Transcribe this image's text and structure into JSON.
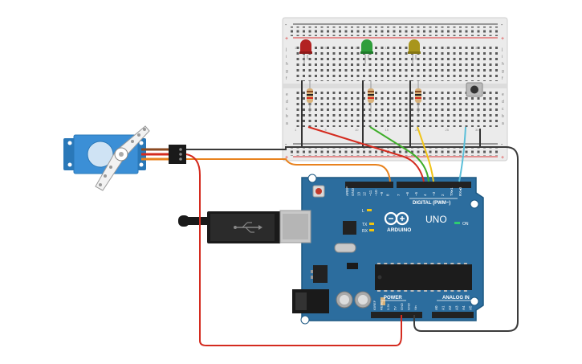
{
  "board": {
    "brand": "ARDUINO",
    "model": "UNO",
    "digital_label": "DIGITAL (PWM~)",
    "power_label": "POWER",
    "analog_label": "ANALOG IN",
    "on_label": "ON",
    "l_label": "L",
    "tx_label": "TX",
    "rx_label": "RX",
    "top_pins": [
      "AREF",
      "GND",
      "13",
      "12",
      "~11",
      "~10",
      "~9",
      "8",
      "7",
      "~6",
      "~5",
      "4",
      "~3",
      "2",
      "TX▸1",
      "RX◂0"
    ],
    "power_pins": [
      "IOREF",
      "RESET",
      "3.3V",
      "5V",
      "GND",
      "GND",
      "Vin"
    ],
    "analog_pins": [
      "A0",
      "A1",
      "A2",
      "A3",
      "A4",
      "A5"
    ]
  },
  "breadboard": {
    "row_letters": [
      "a",
      "b",
      "c",
      "d",
      "e",
      "f",
      "g",
      "h",
      "i",
      "j"
    ],
    "rail_plus": "+",
    "rail_minus": "-",
    "column_numbers": [
      "1",
      "5",
      "10",
      "15",
      "20",
      "25",
      "30"
    ]
  },
  "components": {
    "led_colors": [
      "#b22222",
      "#2e9e3a",
      "#a8951c"
    ],
    "wire_colors": {
      "red": "#d42b1f",
      "orange": "#e8821e",
      "green": "#3fae2a",
      "yellow": "#f0c419",
      "cyan": "#5bbfd9",
      "black": "#3a3a3a",
      "brown": "#8b4a22"
    }
  }
}
